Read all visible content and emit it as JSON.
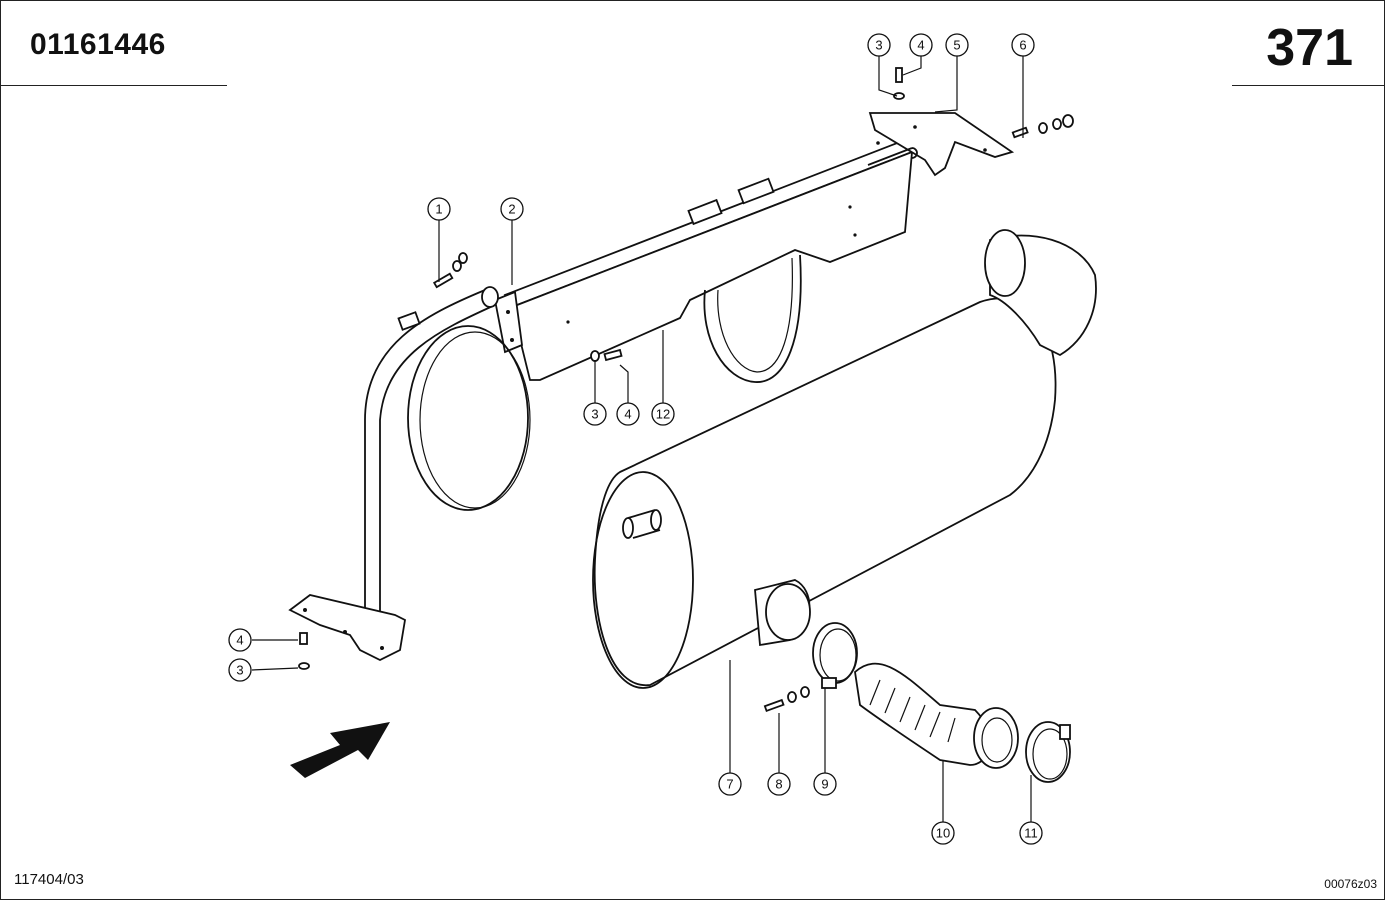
{
  "header": {
    "part_number": "01161446",
    "page_number": "371"
  },
  "footer": {
    "drawing_ref": "117404/03",
    "image_code": "00076z03"
  },
  "callouts": [
    "1",
    "2",
    "3",
    "4",
    "5",
    "6",
    "3",
    "4",
    "12",
    "4",
    "3",
    "7",
    "8",
    "9",
    "10",
    "11"
  ]
}
